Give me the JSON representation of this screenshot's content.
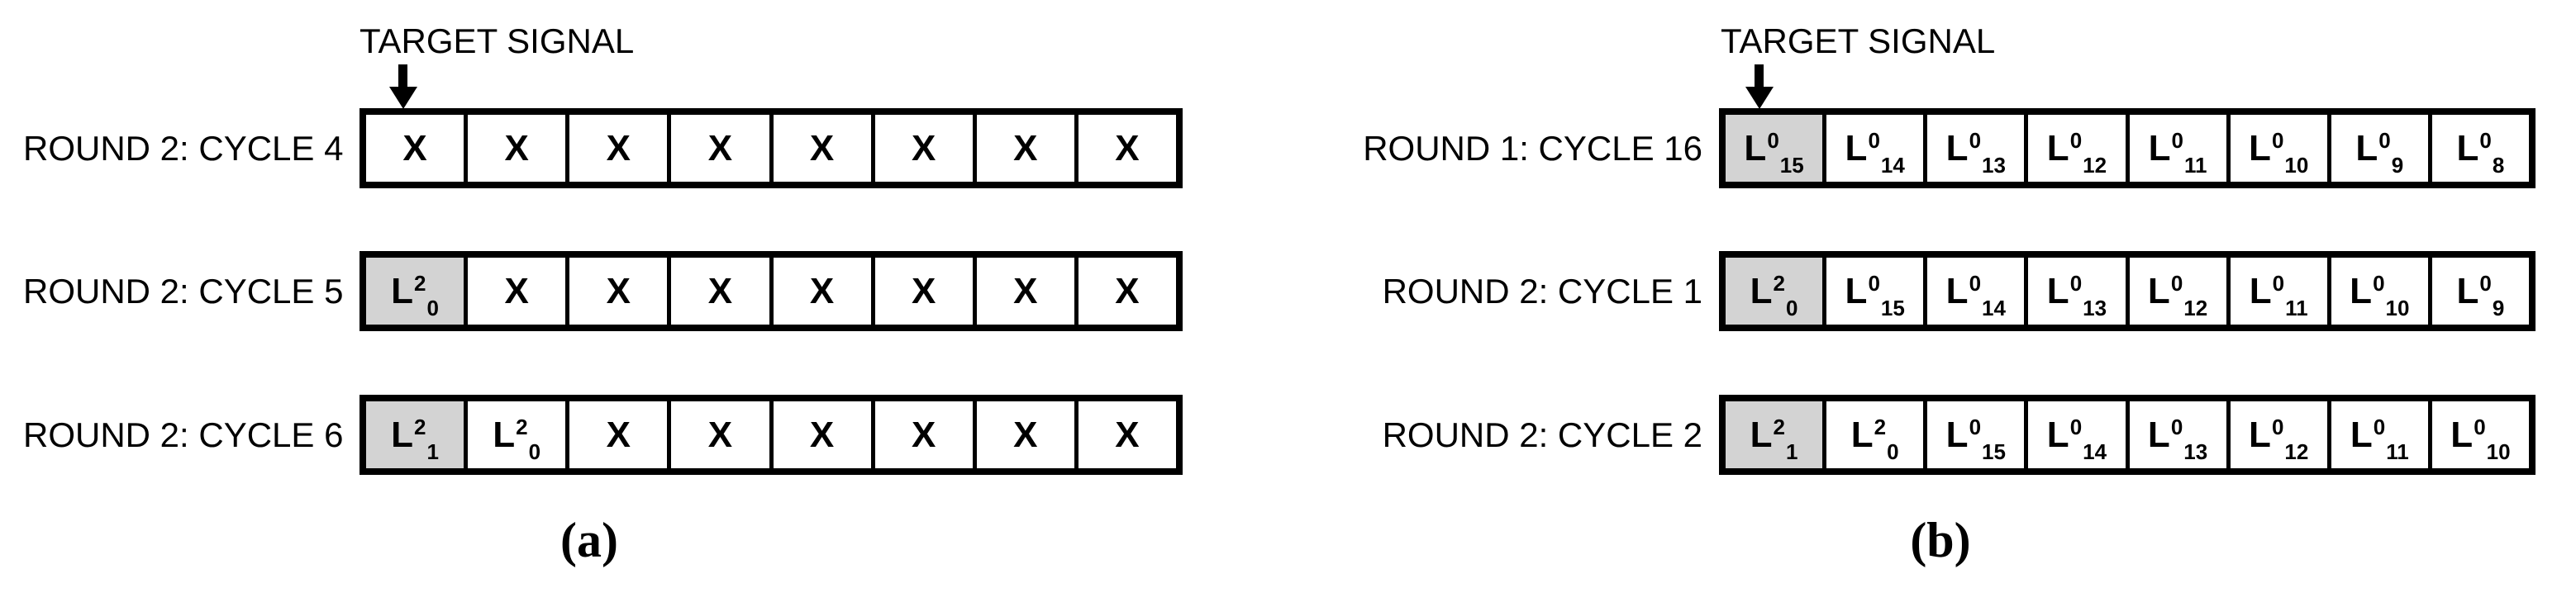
{
  "figure": {
    "colors": {
      "highlight_fill": "#d3d3d3",
      "line": "#000000",
      "background": "#ffffff"
    },
    "panels": [
      {
        "caption": "(a)",
        "target_signal_label": "TARGET SIGNAL",
        "rows": [
          {
            "label": "ROUND 2: CYCLE 4",
            "cells": [
              {
                "base": "X"
              },
              {
                "base": "X"
              },
              {
                "base": "X"
              },
              {
                "base": "X"
              },
              {
                "base": "X"
              },
              {
                "base": "X"
              },
              {
                "base": "X"
              },
              {
                "base": "X"
              }
            ]
          },
          {
            "label": "ROUND 2: CYCLE 5",
            "cells": [
              {
                "base": "L",
                "sup": "2",
                "sub": "0",
                "highlight": true
              },
              {
                "base": "X"
              },
              {
                "base": "X"
              },
              {
                "base": "X"
              },
              {
                "base": "X"
              },
              {
                "base": "X"
              },
              {
                "base": "X"
              },
              {
                "base": "X"
              }
            ]
          },
          {
            "label": "ROUND 2: CYCLE 6",
            "cells": [
              {
                "base": "L",
                "sup": "2",
                "sub": "1",
                "highlight": true
              },
              {
                "base": "L",
                "sup": "2",
                "sub": "0"
              },
              {
                "base": "X"
              },
              {
                "base": "X"
              },
              {
                "base": "X"
              },
              {
                "base": "X"
              },
              {
                "base": "X"
              },
              {
                "base": "X"
              }
            ]
          }
        ]
      },
      {
        "caption": "(b)",
        "target_signal_label": "TARGET SIGNAL",
        "rows": [
          {
            "label": "ROUND 1: CYCLE 16",
            "cells": [
              {
                "base": "L",
                "sup": "0",
                "sub": "15",
                "highlight": true
              },
              {
                "base": "L",
                "sup": "0",
                "sub": "14"
              },
              {
                "base": "L",
                "sup": "0",
                "sub": "13"
              },
              {
                "base": "L",
                "sup": "0",
                "sub": "12"
              },
              {
                "base": "L",
                "sup": "0",
                "sub": "11"
              },
              {
                "base": "L",
                "sup": "0",
                "sub": "10"
              },
              {
                "base": "L",
                "sup": "0",
                "sub": "9"
              },
              {
                "base": "L",
                "sup": "0",
                "sub": "8"
              }
            ]
          },
          {
            "label": "ROUND 2: CYCLE 1",
            "cells": [
              {
                "base": "L",
                "sup": "2",
                "sub": "0",
                "highlight": true
              },
              {
                "base": "L",
                "sup": "0",
                "sub": "15"
              },
              {
                "base": "L",
                "sup": "0",
                "sub": "14"
              },
              {
                "base": "L",
                "sup": "0",
                "sub": "13"
              },
              {
                "base": "L",
                "sup": "0",
                "sub": "12"
              },
              {
                "base": "L",
                "sup": "0",
                "sub": "11"
              },
              {
                "base": "L",
                "sup": "0",
                "sub": "10"
              },
              {
                "base": "L",
                "sup": "0",
                "sub": "9"
              }
            ]
          },
          {
            "label": "ROUND 2: CYCLE 2",
            "cells": [
              {
                "base": "L",
                "sup": "2",
                "sub": "1",
                "highlight": true
              },
              {
                "base": "L",
                "sup": "2",
                "sub": "0"
              },
              {
                "base": "L",
                "sup": "0",
                "sub": "15"
              },
              {
                "base": "L",
                "sup": "0",
                "sub": "14"
              },
              {
                "base": "L",
                "sup": "0",
                "sub": "13"
              },
              {
                "base": "L",
                "sup": "0",
                "sub": "12"
              },
              {
                "base": "L",
                "sup": "0",
                "sub": "11"
              },
              {
                "base": "L",
                "sup": "0",
                "sub": "10"
              }
            ]
          }
        ]
      }
    ]
  }
}
